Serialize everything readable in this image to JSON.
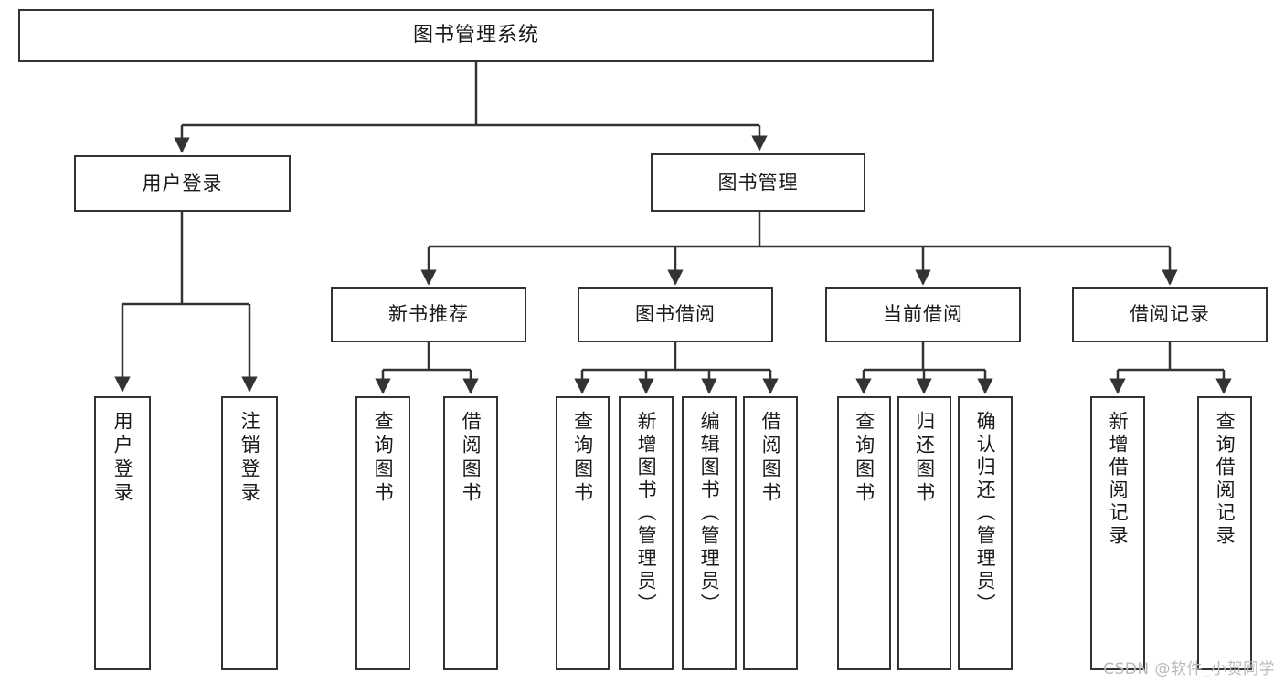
{
  "diagram": {
    "title": "图书管理系统",
    "type": "tree",
    "orientation": "top-down",
    "colors": {
      "box_border": "#333333",
      "box_fill": "#ffffff",
      "connector": "#333333",
      "text": "#1a1a1a",
      "watermark": "#b9b9b9",
      "background": "#ffffff"
    }
  },
  "nodes": {
    "root": {
      "label": "图书管理系统",
      "level": 1,
      "orientation": "horizontal"
    },
    "l2": [
      {
        "label": "用户登录",
        "level": 2,
        "orientation": "horizontal"
      },
      {
        "label": "图书管理",
        "level": 2,
        "orientation": "horizontal"
      }
    ],
    "l3": [
      {
        "label": "新书推荐",
        "level": 3,
        "orientation": "horizontal"
      },
      {
        "label": "图书借阅",
        "level": 3,
        "orientation": "horizontal"
      },
      {
        "label": "当前借阅",
        "level": 3,
        "orientation": "horizontal"
      },
      {
        "label": "借阅记录",
        "level": 3,
        "orientation": "horizontal"
      }
    ],
    "leaves_user_login": [
      {
        "label": "用户登录",
        "level": 3,
        "orientation": "vertical"
      },
      {
        "label": "注销登录",
        "level": 3,
        "orientation": "vertical"
      }
    ],
    "leaves_new_books": [
      {
        "label": "查询图书",
        "level": 4,
        "orientation": "vertical"
      },
      {
        "label": "借阅图书",
        "level": 4,
        "orientation": "vertical"
      }
    ],
    "leaves_borrow": [
      {
        "label": "查询图书",
        "level": 4,
        "orientation": "vertical"
      },
      {
        "label": "新增图书（管理员）",
        "level": 4,
        "orientation": "vertical"
      },
      {
        "label": "编辑图书（管理员）",
        "level": 4,
        "orientation": "vertical"
      },
      {
        "label": "借阅图书",
        "level": 4,
        "orientation": "vertical"
      }
    ],
    "leaves_current": [
      {
        "label": "查询图书",
        "level": 4,
        "orientation": "vertical"
      },
      {
        "label": "归还图书",
        "level": 4,
        "orientation": "vertical"
      },
      {
        "label": "确认归还（管理员）",
        "level": 4,
        "orientation": "vertical"
      }
    ],
    "leaves_records": [
      {
        "label": "新增借阅记录",
        "level": 4,
        "orientation": "vertical"
      },
      {
        "label": "查询借阅记录",
        "level": 4,
        "orientation": "vertical"
      }
    ]
  },
  "watermark": {
    "text": "CSDN @软件_小贺同学"
  }
}
